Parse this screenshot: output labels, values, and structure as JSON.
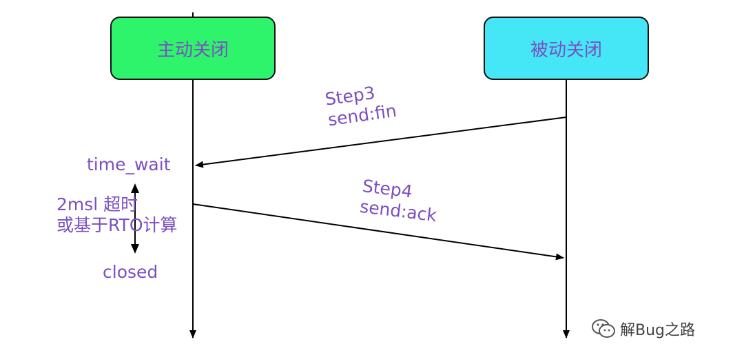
{
  "nodes": {
    "active_close": {
      "label": "主动关闭",
      "color": "#2ef46b"
    },
    "passive_close": {
      "label": "被动关闭",
      "color": "#45e6f6"
    }
  },
  "messages": {
    "step3": {
      "title": "Step3",
      "text": "send:fin"
    },
    "step4": {
      "title": "Step4",
      "text": "send:ack"
    }
  },
  "states": {
    "time_wait": "time_wait",
    "timeout_line1": "2msl 超时",
    "timeout_line2": "或基于RTO计算",
    "closed": "closed"
  },
  "watermark": {
    "text": "解Bug之路",
    "icon": "wechat-icon"
  },
  "colors": {
    "text": "#7a4fc1",
    "line": "#000000"
  }
}
